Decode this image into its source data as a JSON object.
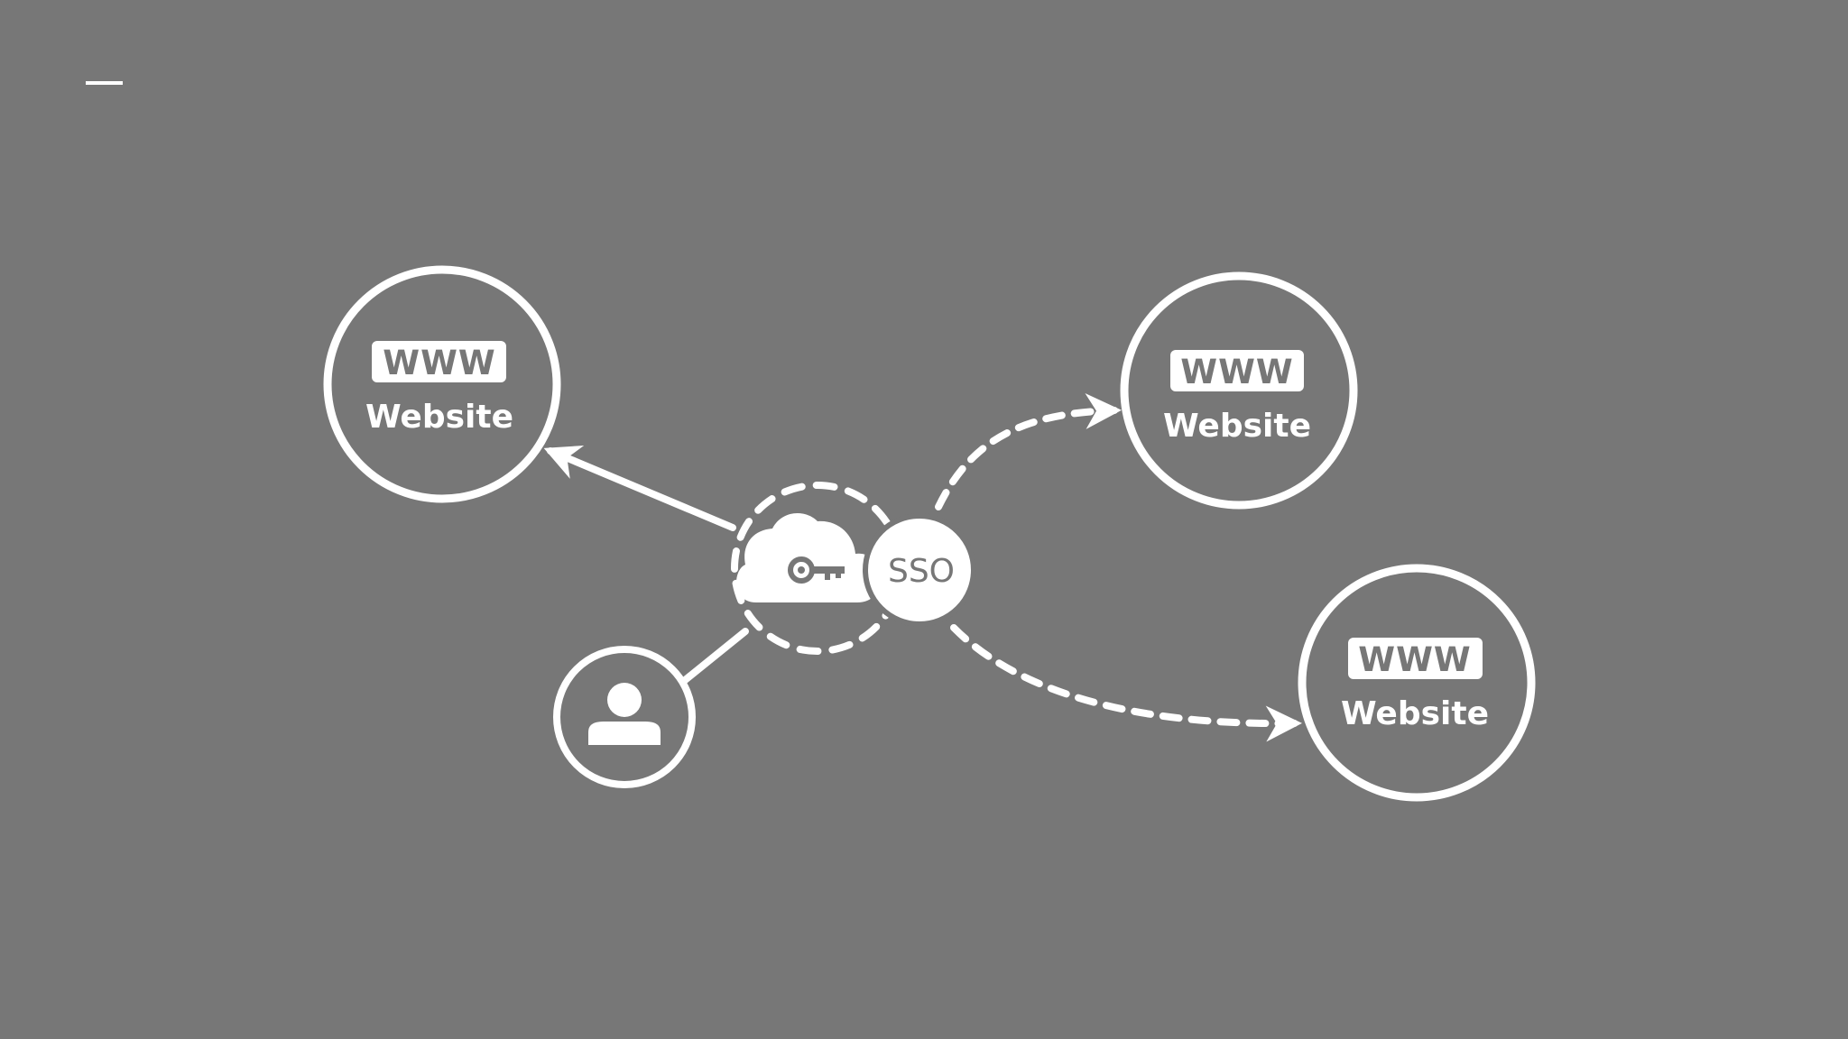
{
  "colors": {
    "background": "#777777",
    "foreground": "#ffffff"
  },
  "hub": {
    "label": "SSO",
    "icon": "cloud-key-icon"
  },
  "user": {
    "icon": "user-icon"
  },
  "websites": [
    {
      "badge": "WWW",
      "label": "Website",
      "icon": "www-badge-icon"
    },
    {
      "badge": "WWW",
      "label": "Website",
      "icon": "www-badge-icon"
    },
    {
      "badge": "WWW",
      "label": "Website",
      "icon": "www-badge-icon"
    }
  ]
}
